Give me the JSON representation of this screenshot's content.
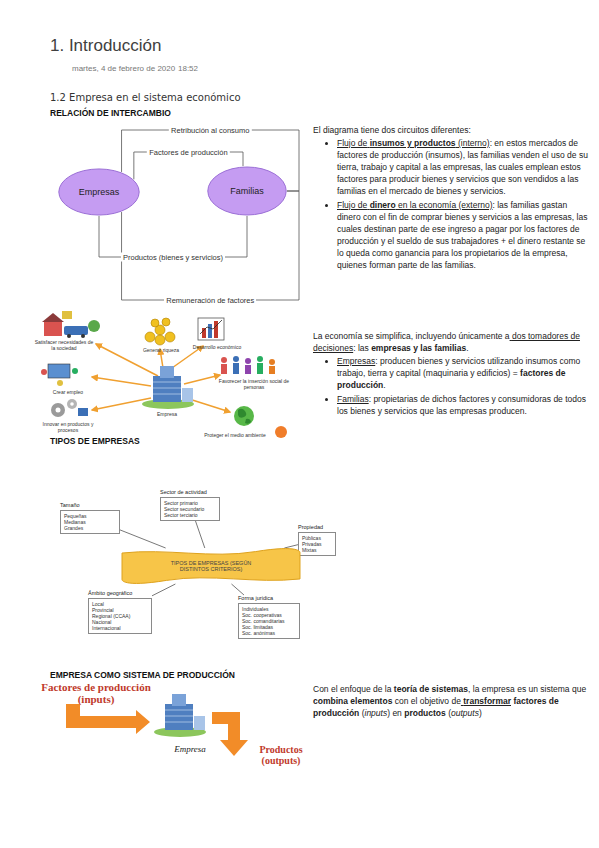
{
  "diagram": {
    "title": "1. Introducción",
    "nodes": [
      {
        "text": [
          "Empresas"
        ]
      },
      {
        "text": [
          "Familias"
        ]
      },
      {
        "text": [
          "Sector de actividad",
          "Sector primario",
          "Sector secundario",
          "Sector terciario"
        ]
      },
      {
        "text": [
          "Tamaño",
          "Pequeñas",
          "Medianas",
          "Grandes"
        ]
      },
      {
        "text": [
          "Propiedad",
          "Públicas",
          "Privadas",
          "Mixtas"
        ]
      },
      {
        "text": [
          "TIPOS DE EMPRESAS (SEGÚN DISTINTOS CRITERIOS)"
        ]
      },
      {
        "text": [
          "Ámbito geográfico",
          "Local",
          "Provincial",
          "Regional (CCAA)",
          "Nacional",
          "Internacional"
        ]
      },
      {
        "text": [
          "Forma jurídica",
          "Individuales",
          "Soc. cooperativas",
          "Soc. comanditarias",
          "Soc. limitadas",
          "Soc. anónimas"
        ]
      }
    ],
    "edges": [
      {
        "from": 0,
        "to": 1,
        "label": "Retribución al consumo",
        "arrow": "none"
      },
      {
        "from": 0,
        "to": 1,
        "label": "Factores de producción",
        "arrow": "none"
      },
      {
        "from": 0,
        "to": 1,
        "label": "Productos (bienes y servicios)",
        "arrow": "none"
      },
      {
        "from": 0,
        "to": 1,
        "label": "Remuneración de factores",
        "arrow": "none"
      },
      {
        "from": 5,
        "to": 2,
        "arrow": "none"
      },
      {
        "from": 5,
        "to": 3,
        "arrow": "none"
      },
      {
        "from": 5,
        "to": 4,
        "arrow": "none"
      },
      {
        "from": 5,
        "to": 6,
        "arrow": "none"
      },
      {
        "from": 5,
        "to": 7,
        "arrow": "none"
      }
    ],
    "labels": [
      "martes, 4 de febrero de 2020",
      "18:52",
      "1.2 Empresa en el sistema económico",
      "RELACIÓN DE INTERCAMBIO",
      "El diagrama tiene dos circuitos diferentes:",
      "Flujo de",
      "insumos y productos",
      "(interno)",
      ": en estos mercados de factores de producción (insumos), las familias venden el uso de su tierra, trabajo y capital a las empresas, las cuales emplean estos factores para producir bienes y servicios que son vendidos a las familias en el mercado de bienes y servicios.",
      "Flujo de",
      "dinero",
      "en la economía",
      "(externo)",
      ": las familias gastan dinero con el fin de comprar bienes y servicios a las empresas, las cuales destinan parte de ese ingreso a pagar por los factores de producción y el sueldo de sus trabajadores + el dinero restante se lo queda como ganancia para los propietarios de la empresa, quienes forman parte de las familias.",
      "Satisfacer necesidades de la sociedad",
      "Generar riqueza",
      "Desarrollo económico",
      "Crear empleo",
      "Favorecer la inserción social de personas",
      "Empresa",
      "Innovar en productos y procesos",
      "Proteger el medio ambiente",
      "La economía se simplifica, incluyendo únicamente a",
      "dos tomadores de decisiones",
      ": las",
      "empresas y las familias",
      ".",
      "Empresas",
      ": producen bienes y servicios utilizando insumos como trabajo, tierra y capital (maquinaria y edificios) =",
      "factores de producción",
      ".",
      "Familias",
      ": propietarias de dichos factores y consumidoras de todos los bienes y servicios que las empresas producen.",
      "TIPOS DE EMPRESAS",
      "EMPRESA COMO SISTEMA DE PRODUCCIÓN",
      "Factores de producción (inputs)",
      "Empresa",
      "Productos (outputs)",
      "Con el enfoque de la",
      "teoría de sistemas",
      ", la empresa es un sistema que",
      "combina elementos",
      "con el objetivo de",
      "transformar",
      "factores de producción",
      "(",
      "inputs",
      ") en",
      "productos",
      "(",
      "outputs",
      ")"
    ]
  }
}
